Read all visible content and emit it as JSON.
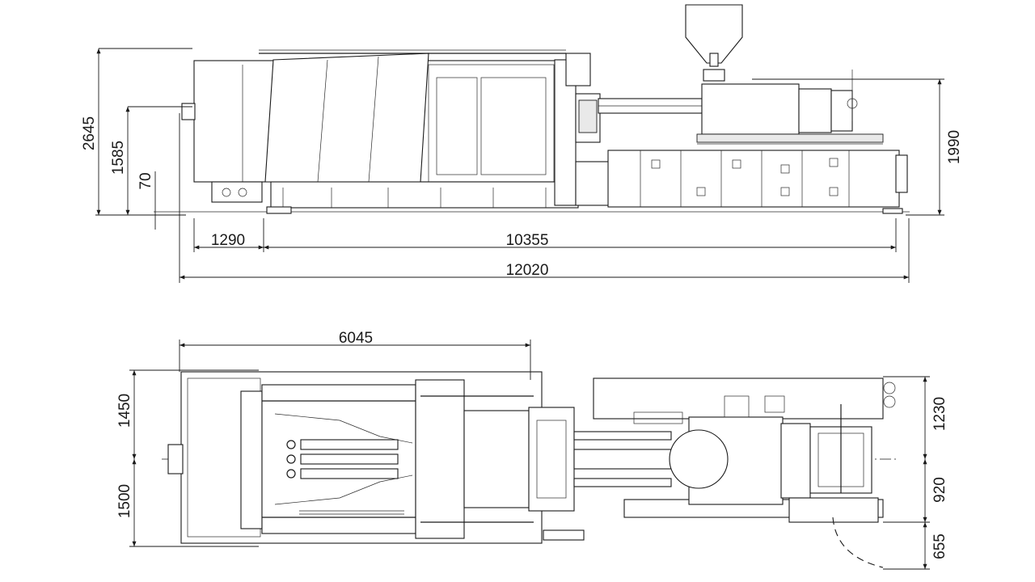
{
  "side_view": {
    "dimensions": {
      "overall_height": "2645",
      "mid_height": "1585",
      "base_height": "70",
      "right_height": "1990",
      "left_section": "1290",
      "main_length": "10355",
      "total_length": "12020"
    }
  },
  "top_view": {
    "dimensions": {
      "clamp_length": "6045",
      "upper_width": "1450",
      "lower_width": "1500",
      "inj_upper_width": "1230",
      "inj_lower_width": "920",
      "door_swing": "655"
    }
  }
}
